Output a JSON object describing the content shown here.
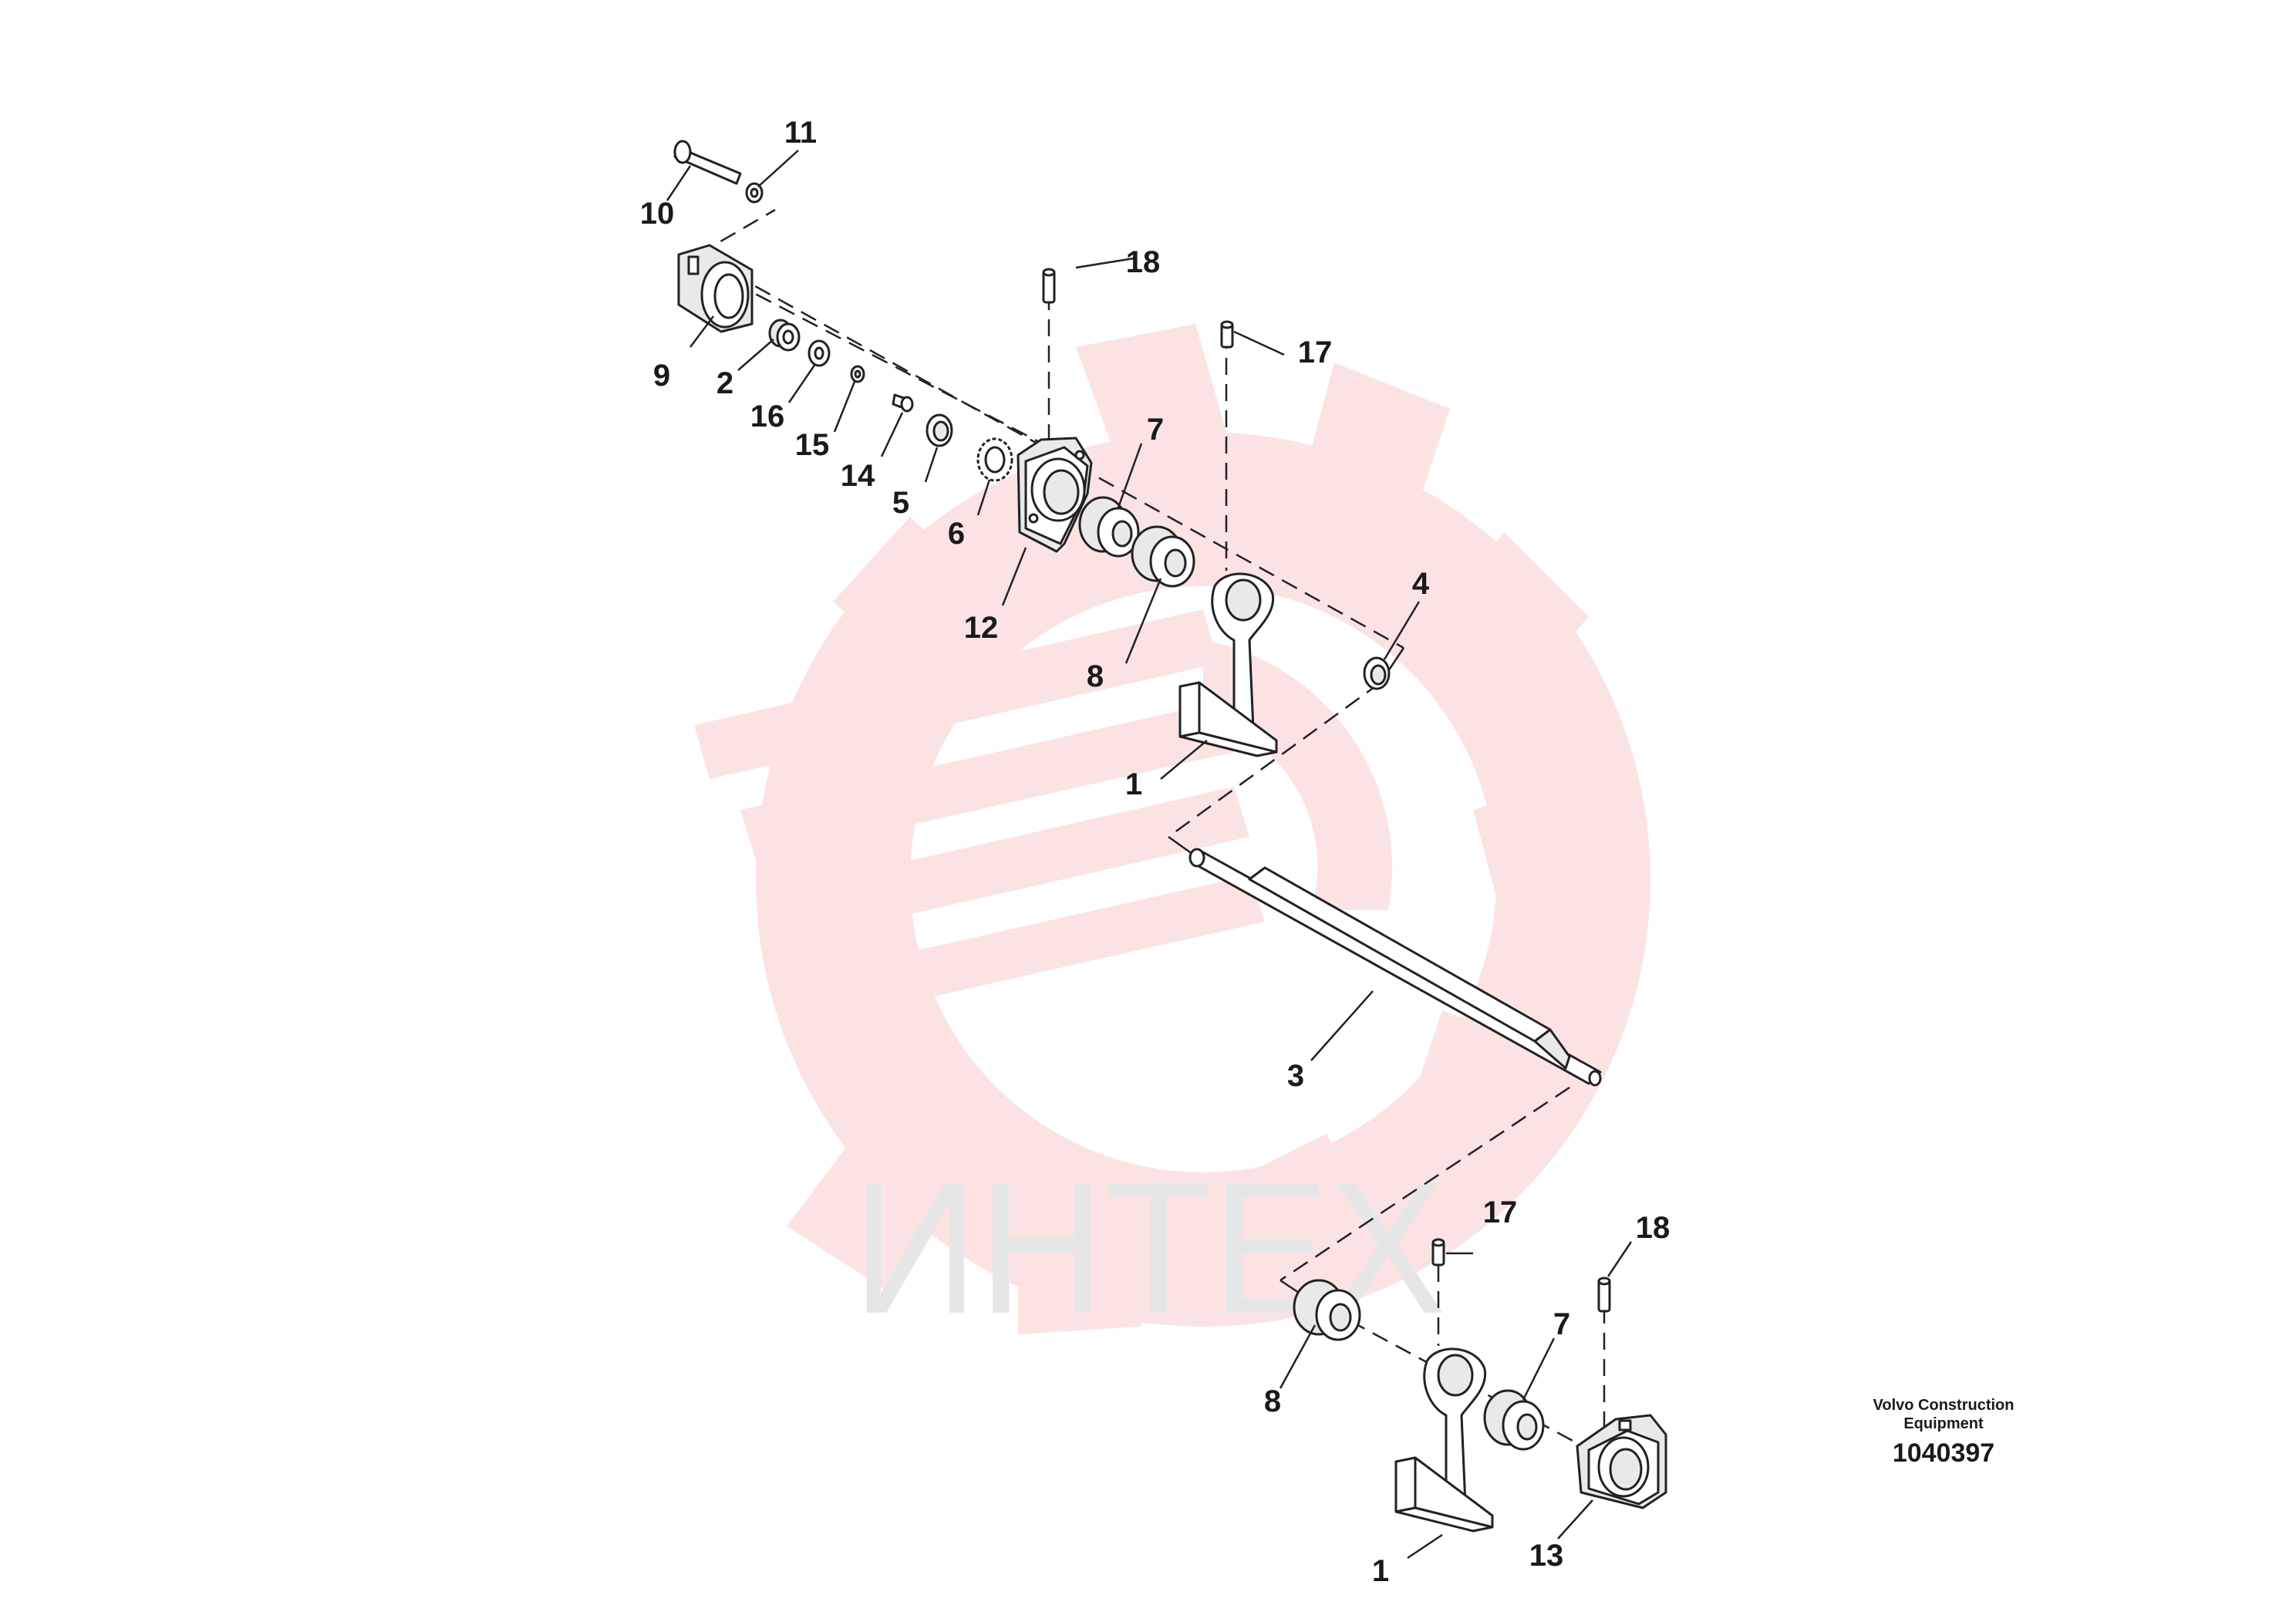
{
  "watermark": {
    "text": "ИНТЕХ",
    "gear_color": "#fbe3e4",
    "text_color": "#e6e6e6"
  },
  "reference": {
    "company_line1": "Volvo Construction",
    "company_line2": "Equipment",
    "number": "1040397"
  },
  "callouts": [
    {
      "id": "c1a",
      "text": "1"
    },
    {
      "id": "c1b",
      "text": "1"
    },
    {
      "id": "c2",
      "text": "2"
    },
    {
      "id": "c3",
      "text": "3"
    },
    {
      "id": "c4",
      "text": "4"
    },
    {
      "id": "c5",
      "text": "5"
    },
    {
      "id": "c6",
      "text": "6"
    },
    {
      "id": "c7a",
      "text": "7"
    },
    {
      "id": "c7b",
      "text": "7"
    },
    {
      "id": "c8a",
      "text": "8"
    },
    {
      "id": "c8b",
      "text": "8"
    },
    {
      "id": "c9",
      "text": "9"
    },
    {
      "id": "c10",
      "text": "10"
    },
    {
      "id": "c11",
      "text": "11"
    },
    {
      "id": "c12",
      "text": "12"
    },
    {
      "id": "c13",
      "text": "13"
    },
    {
      "id": "c14",
      "text": "14"
    },
    {
      "id": "c15",
      "text": "15"
    },
    {
      "id": "c16",
      "text": "16"
    },
    {
      "id": "c17a",
      "text": "17"
    },
    {
      "id": "c17b",
      "text": "17"
    },
    {
      "id": "c18a",
      "text": "18"
    },
    {
      "id": "c18b",
      "text": "18"
    }
  ]
}
